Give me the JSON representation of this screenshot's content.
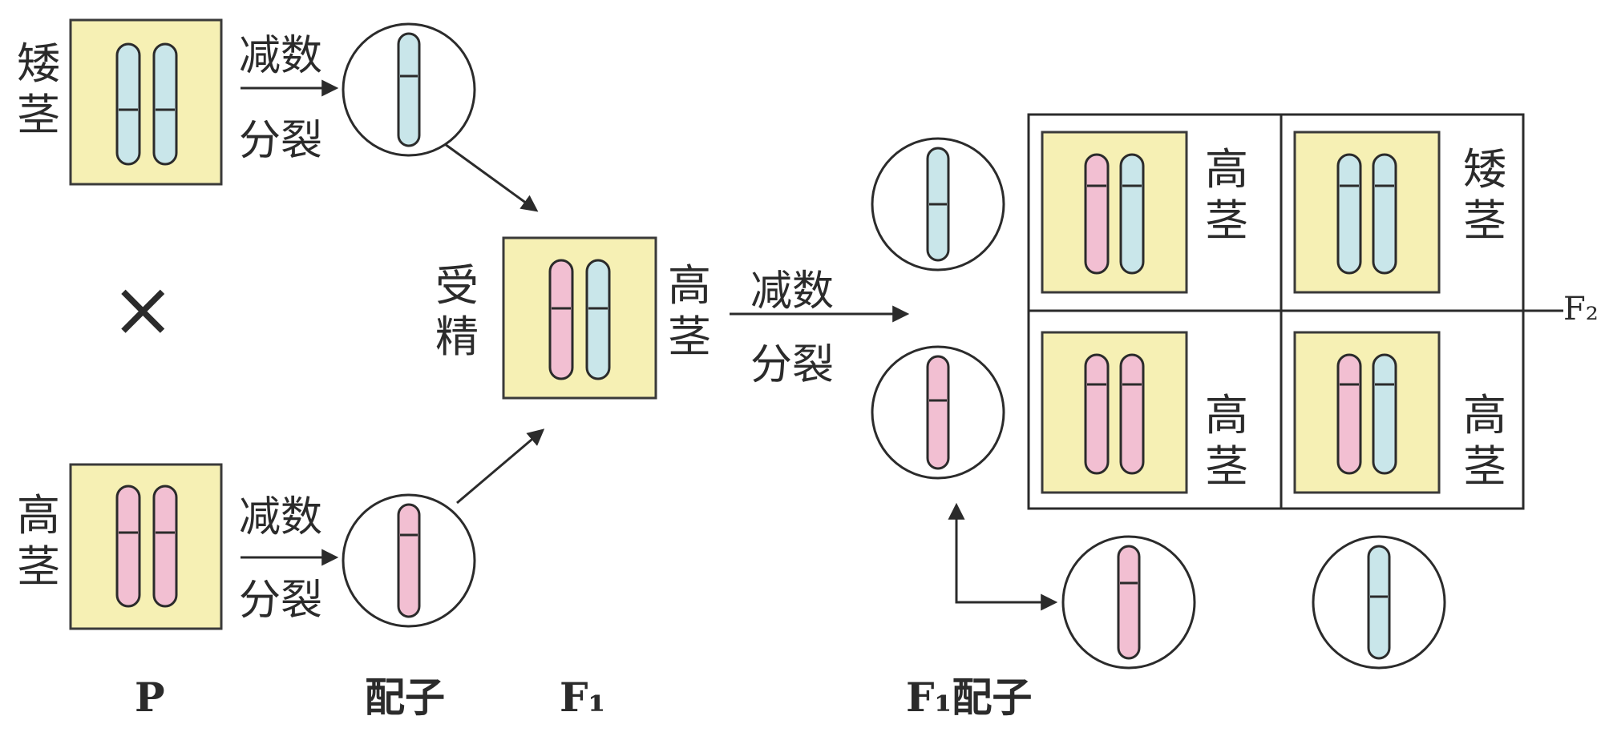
{
  "colors": {
    "box_fill": "#f6f0b4",
    "box_border": "#3a3a3a",
    "tall_chromosome": "#f2bfd2",
    "dwarf_chromosome": "#c9e6ea",
    "line": "#2b2b2b",
    "background": "#ffffff"
  },
  "labels": {
    "dwarf": "矮茎",
    "tall": "高茎",
    "meiosis_line1": "减数",
    "meiosis_line2": "分裂",
    "cross": "×",
    "fertilization": "受精",
    "f2": "F₂"
  },
  "generations": {
    "p": "P",
    "gamete": "配子",
    "f1": "F₁",
    "f1_gamete": "F₁配子"
  },
  "icons": {
    "arrow": "arrow-icon",
    "cross": "cross-icon",
    "chromosome": "chromosome-icon"
  }
}
